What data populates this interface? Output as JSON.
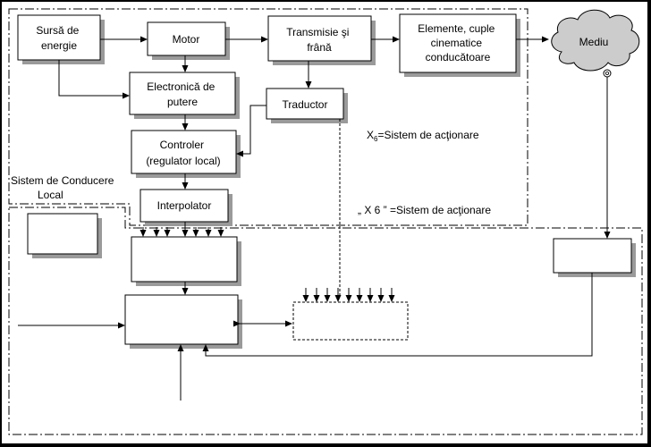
{
  "blocks": {
    "energy_source": [
      "Sursă de",
      "energie"
    ],
    "motor": [
      "Motor"
    ],
    "transmission": [
      "Transmisie şi",
      "frână"
    ],
    "kinematic_elements": [
      "Elemente, cuple",
      "cinematice",
      "conducătoare"
    ],
    "environment": [
      "Mediu"
    ],
    "power_electronics": [
      "Electronică de",
      "putere"
    ],
    "transducer": [
      "Traductor"
    ],
    "controller": [
      "Controler",
      "(regulator local)"
    ],
    "interpolator": [
      "Interpolator"
    ]
  },
  "annotations": {
    "actuation_system": [
      "X",
      "6",
      "=Sistem de acţionare"
    ],
    "local_control_system": [
      "Sistem de Conducere",
      "Local"
    ],
    "actuation_system_quoted": [
      "„ X  6 ” =Sistem de acţionare"
    ]
  },
  "colors": {
    "background": "#000000",
    "canvas": "#ffffff",
    "block_fill": "#ffffff",
    "shadow": "#9a9a9a",
    "environment_fill": "#cccccc",
    "line": "#000000"
  }
}
